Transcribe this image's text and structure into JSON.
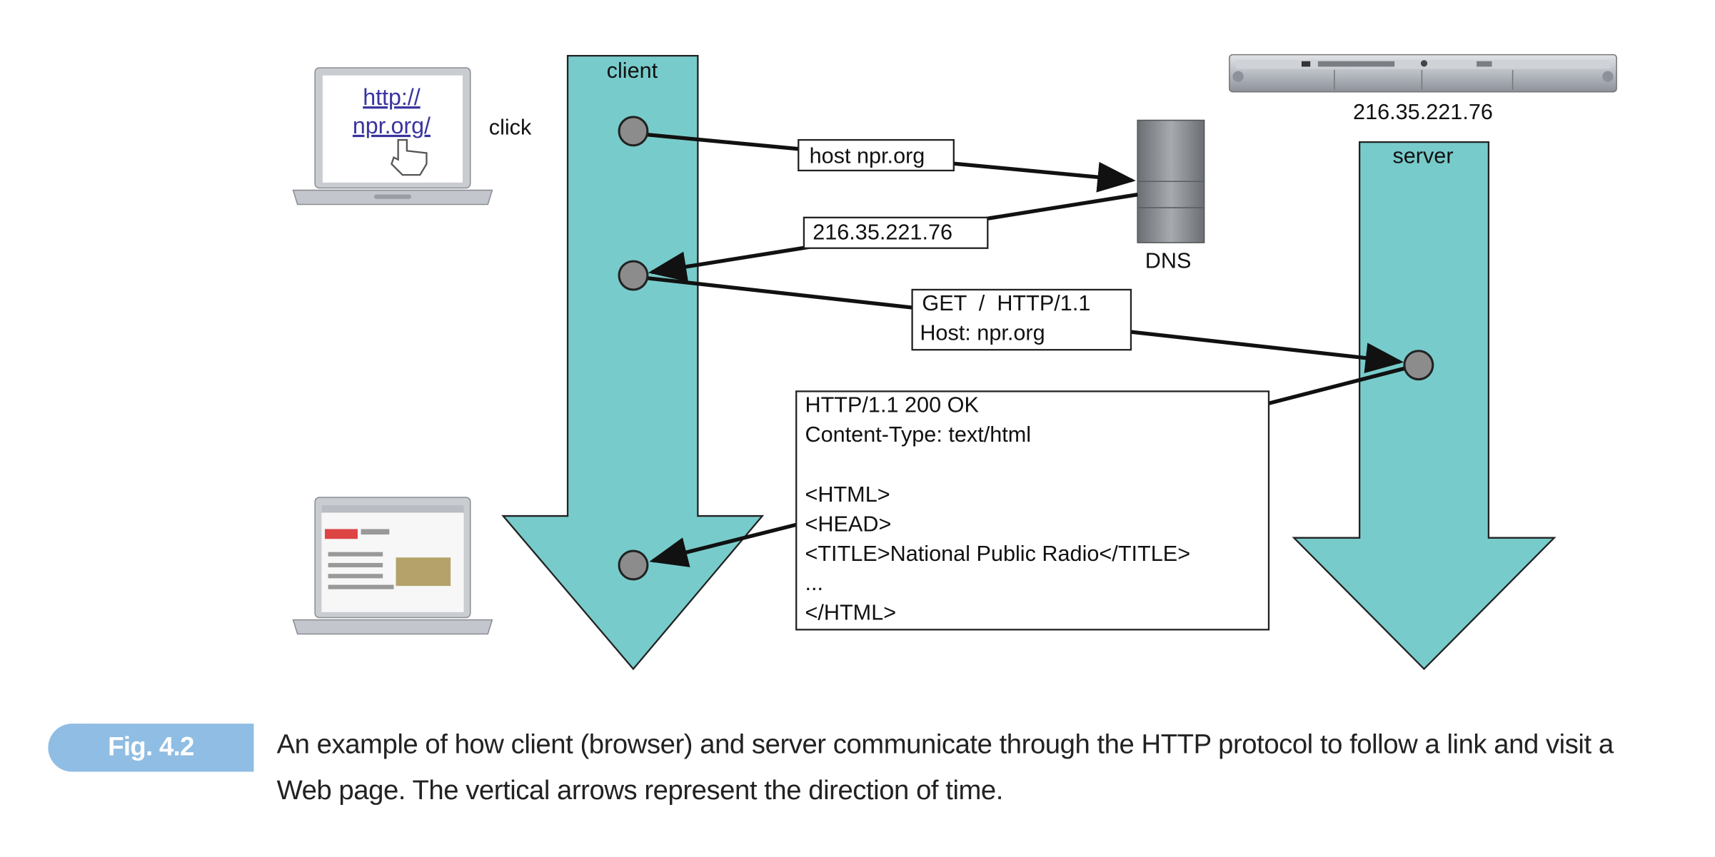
{
  "client": {
    "label": "client"
  },
  "server": {
    "label": "server",
    "ip": "216.35.221.76"
  },
  "dns": {
    "label": "DNS"
  },
  "laptop_top": {
    "screen_line1": "http://",
    "screen_line2": "npr.org/",
    "action": "click"
  },
  "messages": {
    "dns_query": "host npr.org",
    "dns_reply": "216.35.221.76",
    "request": [
      "GET  /  HTTP/1.1",
      "Host: npr.org"
    ],
    "response": [
      "HTTP/1.1 200 OK",
      "Content-Type: text/html",
      "",
      "<HTML>",
      "<HEAD>",
      "<TITLE>National Public Radio</TITLE>",
      "...",
      "</HTML>"
    ]
  },
  "colors": {
    "timeline": "#78cbcb",
    "node": "#8c8c8c",
    "fig_tag": "#8fbde3"
  },
  "figure": {
    "tag": "Fig. 4.2",
    "caption": "An example of how client (browser) and server communicate through the HTTP protocol to follow a link and visit a Web page. The vertical arrows represent the direction of time."
  }
}
